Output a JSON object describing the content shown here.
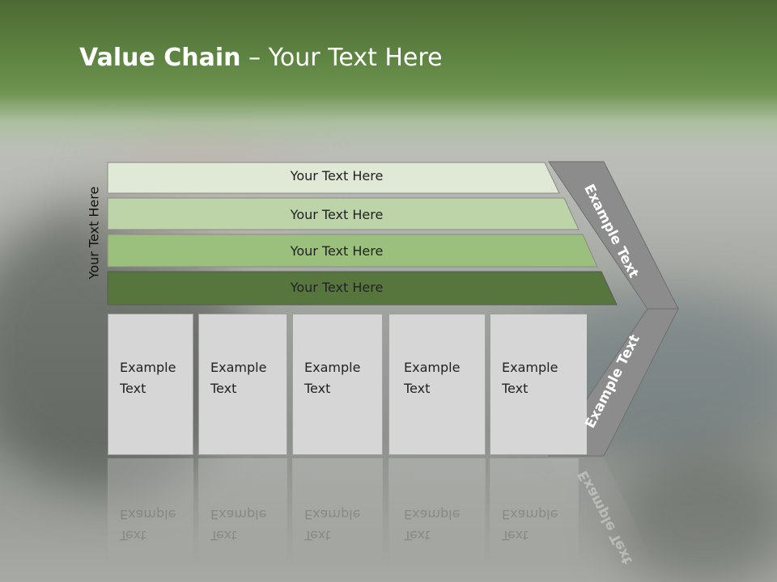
{
  "title": {
    "bold": "Value Chain",
    "rest": " – Your Text Here"
  },
  "side_label": "Your Text Here",
  "bands": [
    {
      "label": "Your Text Here",
      "color": "#dfe9d6"
    },
    {
      "label": "Your Text Here",
      "color": "#bcd4a8"
    },
    {
      "label": "Your Text Here",
      "color": "#9bbf7c"
    },
    {
      "label": "Your Text Here",
      "color": "#56763d"
    }
  ],
  "boxes": [
    {
      "line1": "Example",
      "line2": "Text"
    },
    {
      "line1": "Example",
      "line2": "Text"
    },
    {
      "line1": "Example",
      "line2": "Text"
    },
    {
      "line1": "Example",
      "line2": "Text"
    },
    {
      "line1": "Example",
      "line2": "Text"
    }
  ],
  "chevron": {
    "upper_label": "Example Text",
    "lower_label": "Example Text",
    "color": "#8c8c8c"
  },
  "colors": {
    "header_green": "#5f8542",
    "box_fill": "#d6d6d6"
  }
}
